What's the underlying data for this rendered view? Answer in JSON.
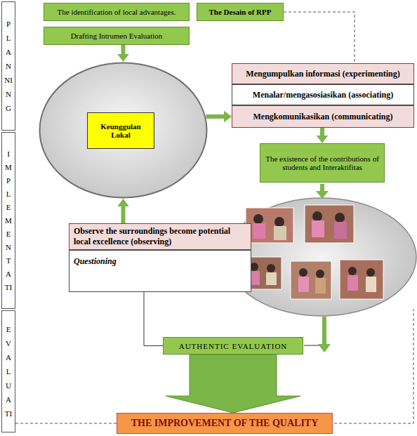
{
  "diagram": {
    "nodes": [
      {
        "text": [
          "PLANNING"
        ]
      },
      {
        "text": [
          "IMPLEMENTATI"
        ]
      },
      {
        "text": [
          "EVALUATI"
        ]
      },
      {
        "text": [
          "The identification of local advantages."
        ]
      },
      {
        "text": [
          "The Desain of RPP"
        ]
      },
      {
        "text": [
          "Drafting Intrumen Evaluation"
        ]
      },
      {
        "text": []
      },
      {
        "text": [
          "Keunggulan Lokal"
        ],
        "in": 6
      },
      {
        "text": [
          "Mengumpulkan informasi (experimenting)"
        ]
      },
      {
        "text": [
          "Menalar/mengasosiasikan (associating)"
        ]
      },
      {
        "text": [
          "Mengkomunikasikan (communicating)"
        ]
      },
      {
        "text": [
          "The existence of the contributions of students and Interaktifitas"
        ]
      },
      {
        "text": [
          "Observe the surroundings become potential local excellence (observing)"
        ]
      },
      {
        "text": [
          "Questioning"
        ]
      },
      {
        "text": [
          "AUTHENTIC EVALUATION"
        ]
      },
      {
        "text": [
          "THE IMPROVEMENT OF THE QUALITY"
        ]
      }
    ],
    "edges": [
      {
        "from": 5,
        "to": 6,
        "arrow": "to"
      },
      {
        "from": 6,
        "to": 10,
        "arrow": "to"
      },
      {
        "from": 10,
        "to": 11,
        "arrow": "to"
      },
      {
        "from": 12,
        "to": 6,
        "arrow": "to"
      },
      {
        "from": 13,
        "to": 14,
        "arrow": "none"
      },
      {
        "from": 14,
        "to": 15,
        "arrow": "to"
      },
      {
        "from": 4,
        "to": 8,
        "arrow": "none"
      },
      {
        "from": 2,
        "to": 15,
        "arrow": "none"
      }
    ]
  }
}
